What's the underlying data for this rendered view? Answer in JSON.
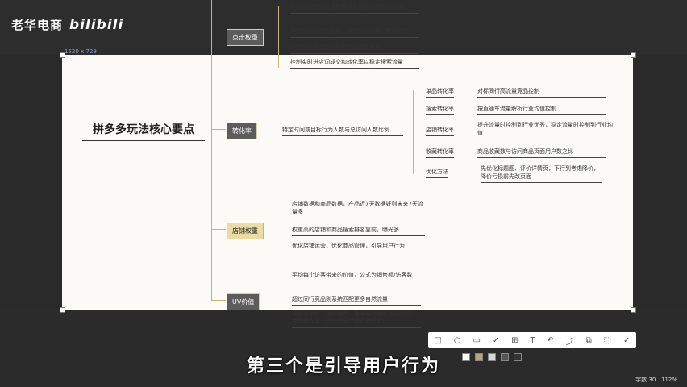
{
  "overlay": {
    "channel": "老华电商",
    "site": "bilibili",
    "size_label": "1520 x 729"
  },
  "mindmap": {
    "title": "拼多多玩法核心要点",
    "branch_top": {
      "label": "点击权重",
      "items": [
        "商品特定时间段里取得搜索排名和曝光的影响",
        "特定时间段成交金额，特定时间段里的数量增加",
        "访客数与成交数比例等实时权重成果",
        "控制实时进店词成交和转化率以稳定搜索流量"
      ]
    },
    "branch_conversion": {
      "label": "转化率",
      "definition": "特定时间或目标行为人数与总访问人数比例",
      "items": [
        {
          "label": "单品转化率",
          "desc": "对标同行高流量竞品控制"
        },
        {
          "label": "搜索转化率",
          "desc": "按直通车流量解析行业均值控制"
        },
        {
          "label": "店铺转化率",
          "desc": "提升流量时控制到行业优秀，稳定流量时控制到行业均值"
        },
        {
          "label": "收藏转化率",
          "desc": "商品收藏数与访问商品页面用户数之比"
        },
        {
          "label": "优化方法",
          "desc": "先优化标题图、评价详情页，下行到考虑降价，降价亏损前先改页面"
        }
      ]
    },
    "branch_shop": {
      "label": "店铺权重",
      "items": [
        "店铺数据和商品数据，产品近7天数据好则未来7天流量多",
        "权重高的店铺和商品搜索排名靠前，曝光多",
        "优化店铺运营，优化商品管理，引导用户行为"
      ]
    },
    "branch_uv": {
      "label": "UV价值",
      "items": [
        "平均每个访客带来的价值，公式为销售额/访客数",
        "超过同行竞品则系统匹配更多自然流量",
        "提高客单价（搭配销售、推高端产品或增值服务），提高转化率（优化商品详情页和评价）"
      ]
    }
  },
  "toolbar": {
    "icons": [
      "□",
      "○",
      "▭",
      "✓",
      "⊞",
      "T",
      "↶",
      "⤴",
      "⧉",
      "⬚",
      "✓"
    ]
  },
  "palette": {
    "colors": [
      "#ffffff",
      "#b7a57a",
      "#d8d8d8",
      "#555555",
      "#333333"
    ]
  },
  "subtitle": "第三个是引导用户行为",
  "status": {
    "words": "字数 30",
    "zoom": "112%"
  }
}
